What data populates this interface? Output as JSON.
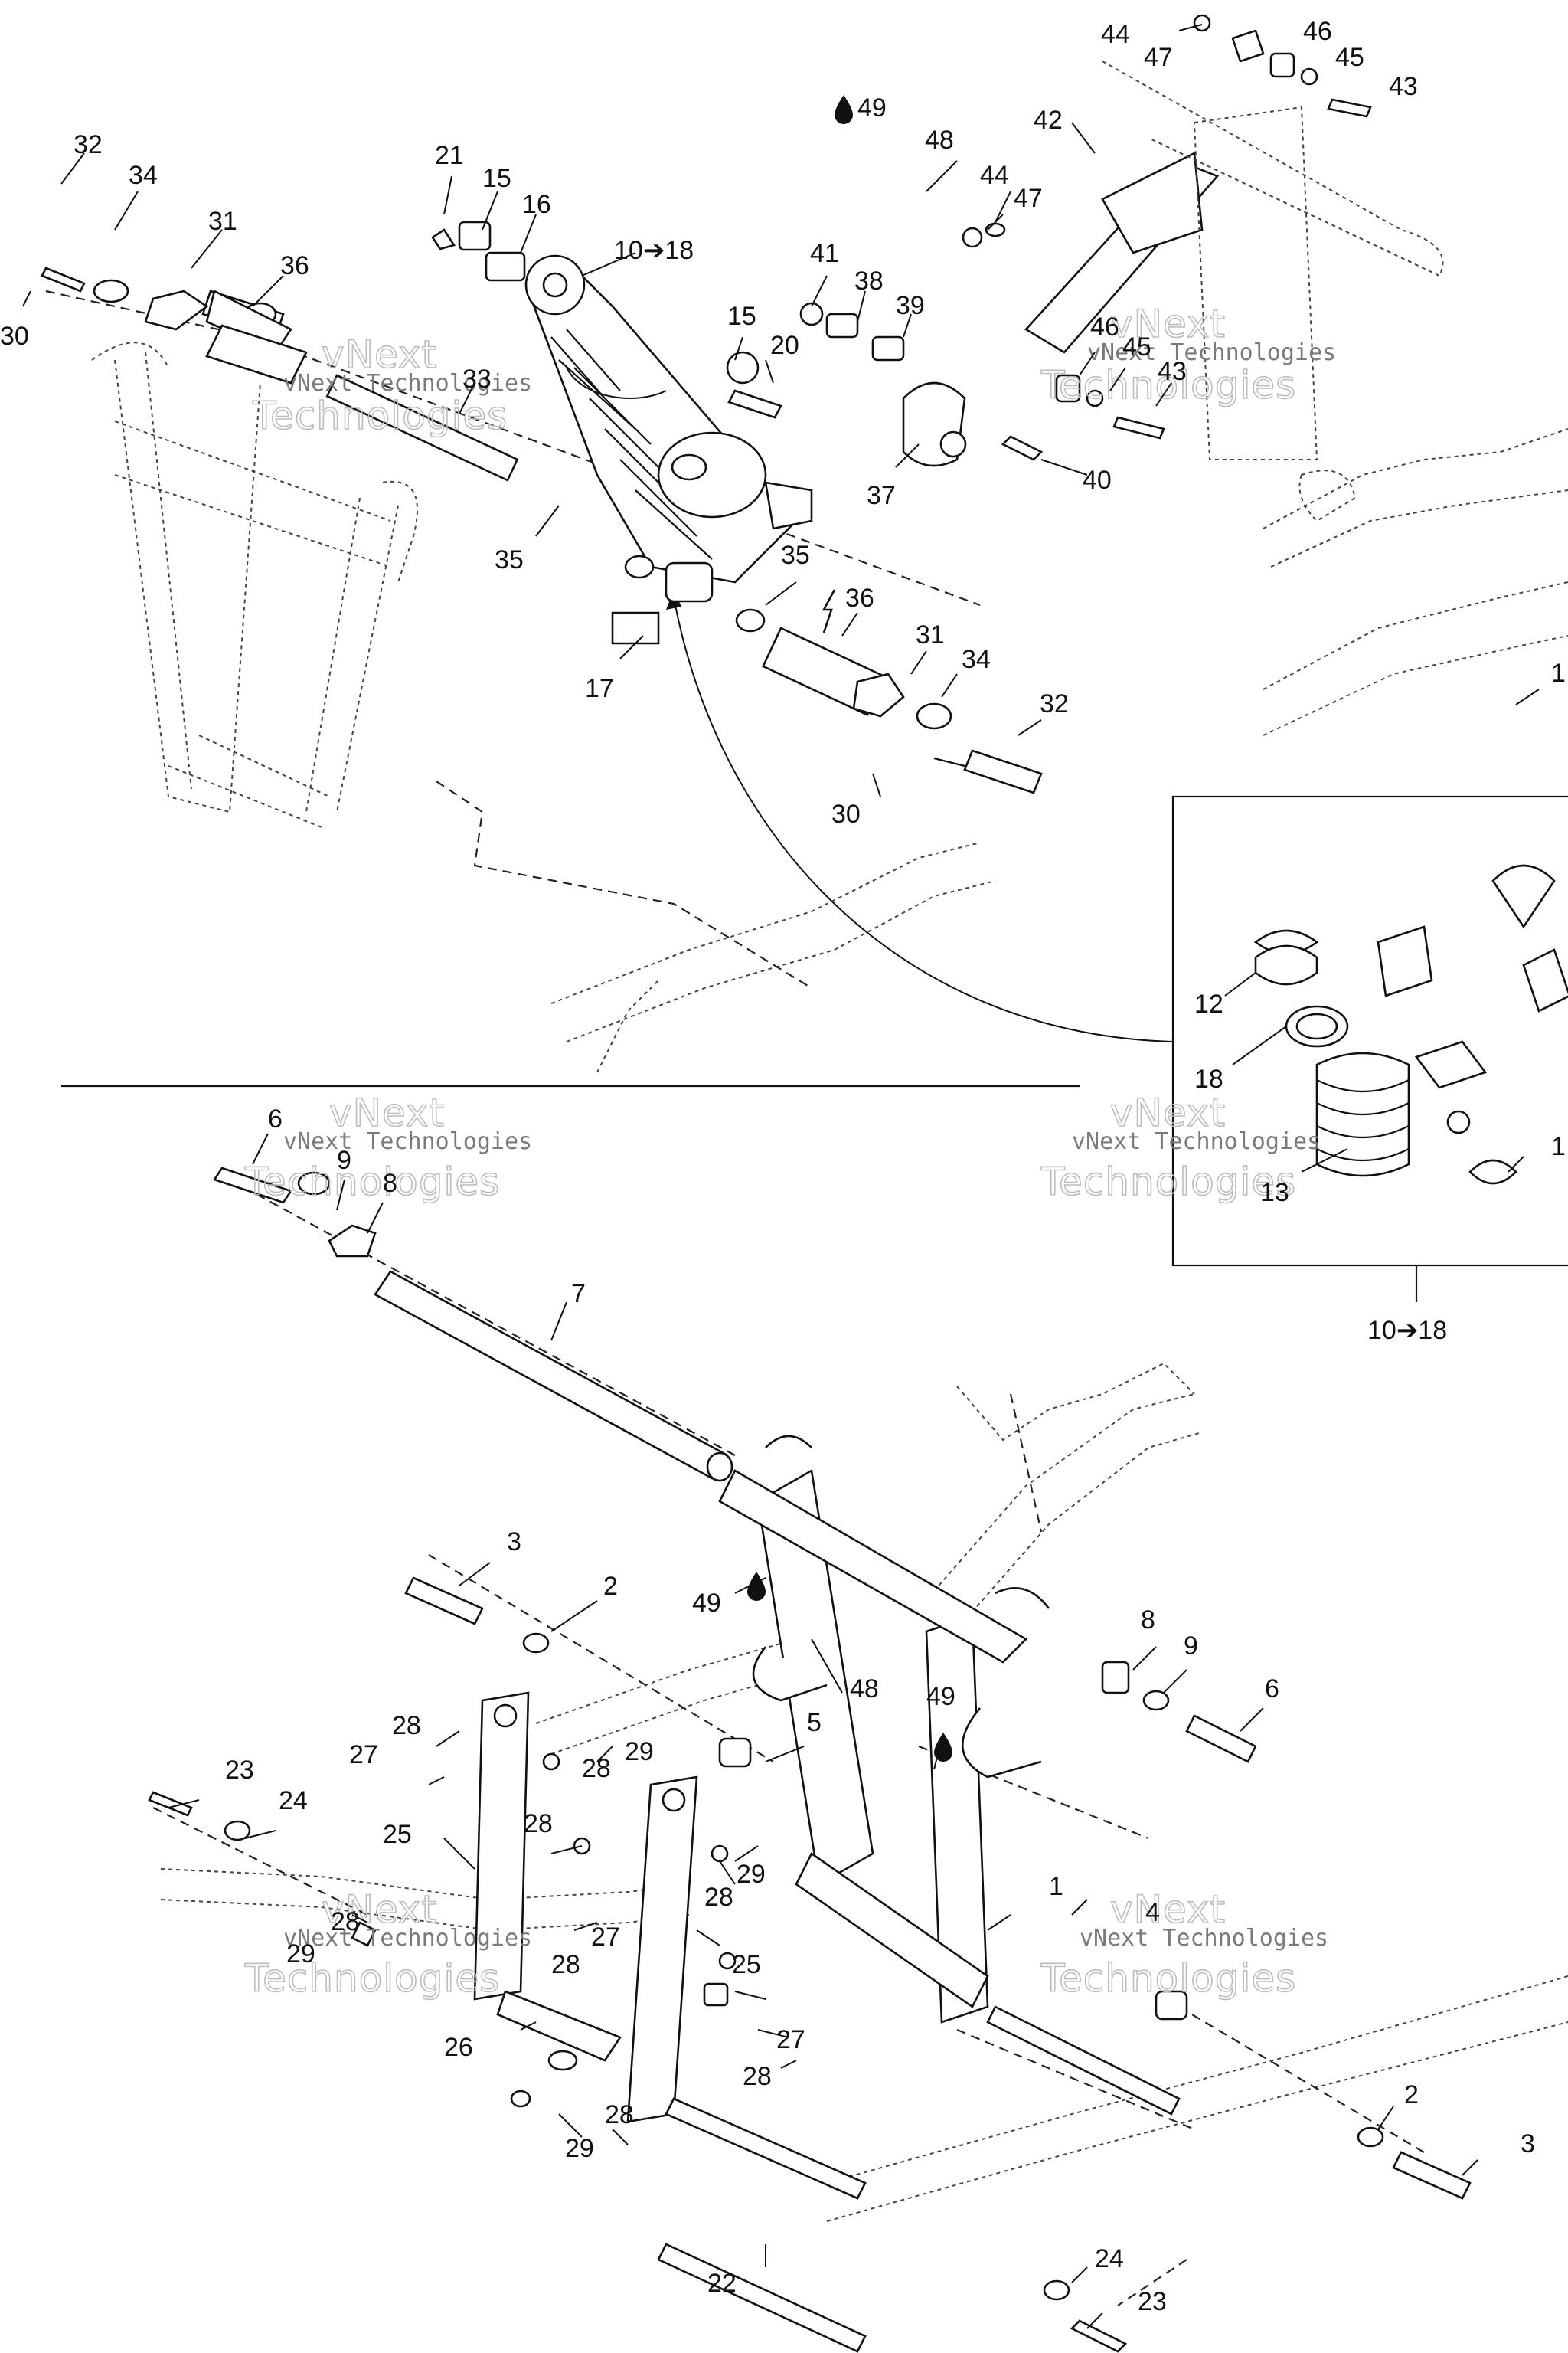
{
  "diagram": {
    "callouts": [
      {
        "id": "c44a",
        "text": "44"
      },
      {
        "id": "c46a",
        "text": "46"
      },
      {
        "id": "c47a",
        "text": "47"
      },
      {
        "id": "c45a",
        "text": "45"
      },
      {
        "id": "c43a",
        "text": "43"
      },
      {
        "id": "c49a",
        "text": "49"
      },
      {
        "id": "c48a",
        "text": "48"
      },
      {
        "id": "c42",
        "text": "42"
      },
      {
        "id": "c32a",
        "text": "32"
      },
      {
        "id": "c21",
        "text": "21"
      },
      {
        "id": "c15a",
        "text": "15"
      },
      {
        "id": "c16",
        "text": "16"
      },
      {
        "id": "c34a",
        "text": "34"
      },
      {
        "id": "c31a",
        "text": "31"
      },
      {
        "id": "c10a",
        "text": "10➔18"
      },
      {
        "id": "c44b",
        "text": "44"
      },
      {
        "id": "c47b",
        "text": "47"
      },
      {
        "id": "c36a",
        "text": "36"
      },
      {
        "id": "c41",
        "text": "41"
      },
      {
        "id": "c38",
        "text": "38"
      },
      {
        "id": "c39",
        "text": "39"
      },
      {
        "id": "c30a",
        "text": "30"
      },
      {
        "id": "c15b",
        "text": "15"
      },
      {
        "id": "c20",
        "text": "20"
      },
      {
        "id": "c46b",
        "text": "46"
      },
      {
        "id": "c45b",
        "text": "45"
      },
      {
        "id": "c33",
        "text": "33"
      },
      {
        "id": "c43b",
        "text": "43"
      },
      {
        "id": "c40",
        "text": "40"
      },
      {
        "id": "c37",
        "text": "37"
      },
      {
        "id": "c35a",
        "text": "35"
      },
      {
        "id": "c35b",
        "text": "35"
      },
      {
        "id": "c36b",
        "text": "36"
      },
      {
        "id": "c31b",
        "text": "31"
      },
      {
        "id": "c34b",
        "text": "34"
      },
      {
        "id": "c17",
        "text": "17"
      },
      {
        "id": "c32b",
        "text": "32"
      },
      {
        "id": "c30b",
        "text": "30"
      },
      {
        "id": "c1a",
        "text": "1"
      },
      {
        "id": "c12",
        "text": "12"
      },
      {
        "id": "c18",
        "text": "18"
      },
      {
        "id": "c13",
        "text": "13"
      },
      {
        "id": "c1b",
        "text": "1"
      },
      {
        "id": "c10b",
        "text": "10➔18"
      },
      {
        "id": "c6a",
        "text": "6"
      },
      {
        "id": "c9a",
        "text": "9"
      },
      {
        "id": "c8a",
        "text": "8"
      },
      {
        "id": "c7",
        "text": "7"
      },
      {
        "id": "c3a",
        "text": "3"
      },
      {
        "id": "c2a",
        "text": "2"
      },
      {
        "id": "c49b",
        "text": "49"
      },
      {
        "id": "c48b",
        "text": "48"
      },
      {
        "id": "c49c",
        "text": "49"
      },
      {
        "id": "c5",
        "text": "5"
      },
      {
        "id": "c8b",
        "text": "8"
      },
      {
        "id": "c9b",
        "text": "9"
      },
      {
        "id": "c6b",
        "text": "6"
      },
      {
        "id": "c28a",
        "text": "28"
      },
      {
        "id": "c27a",
        "text": "27"
      },
      {
        "id": "c28b",
        "text": "28"
      },
      {
        "id": "c29a",
        "text": "29"
      },
      {
        "id": "c23a",
        "text": "23"
      },
      {
        "id": "c24a",
        "text": "24"
      },
      {
        "id": "c25a",
        "text": "25"
      },
      {
        "id": "c28c",
        "text": "28"
      },
      {
        "id": "c29b",
        "text": "29"
      },
      {
        "id": "c28d",
        "text": "28"
      },
      {
        "id": "c1c",
        "text": "1"
      },
      {
        "id": "c28e",
        "text": "28"
      },
      {
        "id": "c27b",
        "text": "27"
      },
      {
        "id": "c28f",
        "text": "28"
      },
      {
        "id": "c29c",
        "text": "29"
      },
      {
        "id": "c4",
        "text": "4"
      },
      {
        "id": "c25b",
        "text": "25"
      },
      {
        "id": "c26",
        "text": "26"
      },
      {
        "id": "c27c",
        "text": "27"
      },
      {
        "id": "c28g",
        "text": "28"
      },
      {
        "id": "c28h",
        "text": "28"
      },
      {
        "id": "c29d",
        "text": "29"
      },
      {
        "id": "c2b",
        "text": "2"
      },
      {
        "id": "c3b",
        "text": "3"
      },
      {
        "id": "c22",
        "text": "22"
      },
      {
        "id": "c24b",
        "text": "24"
      },
      {
        "id": "c23b",
        "text": "23"
      }
    ],
    "watermark": {
      "line1": "vNext",
      "line2": "Technologies",
      "small": "vNext Technologies"
    }
  }
}
